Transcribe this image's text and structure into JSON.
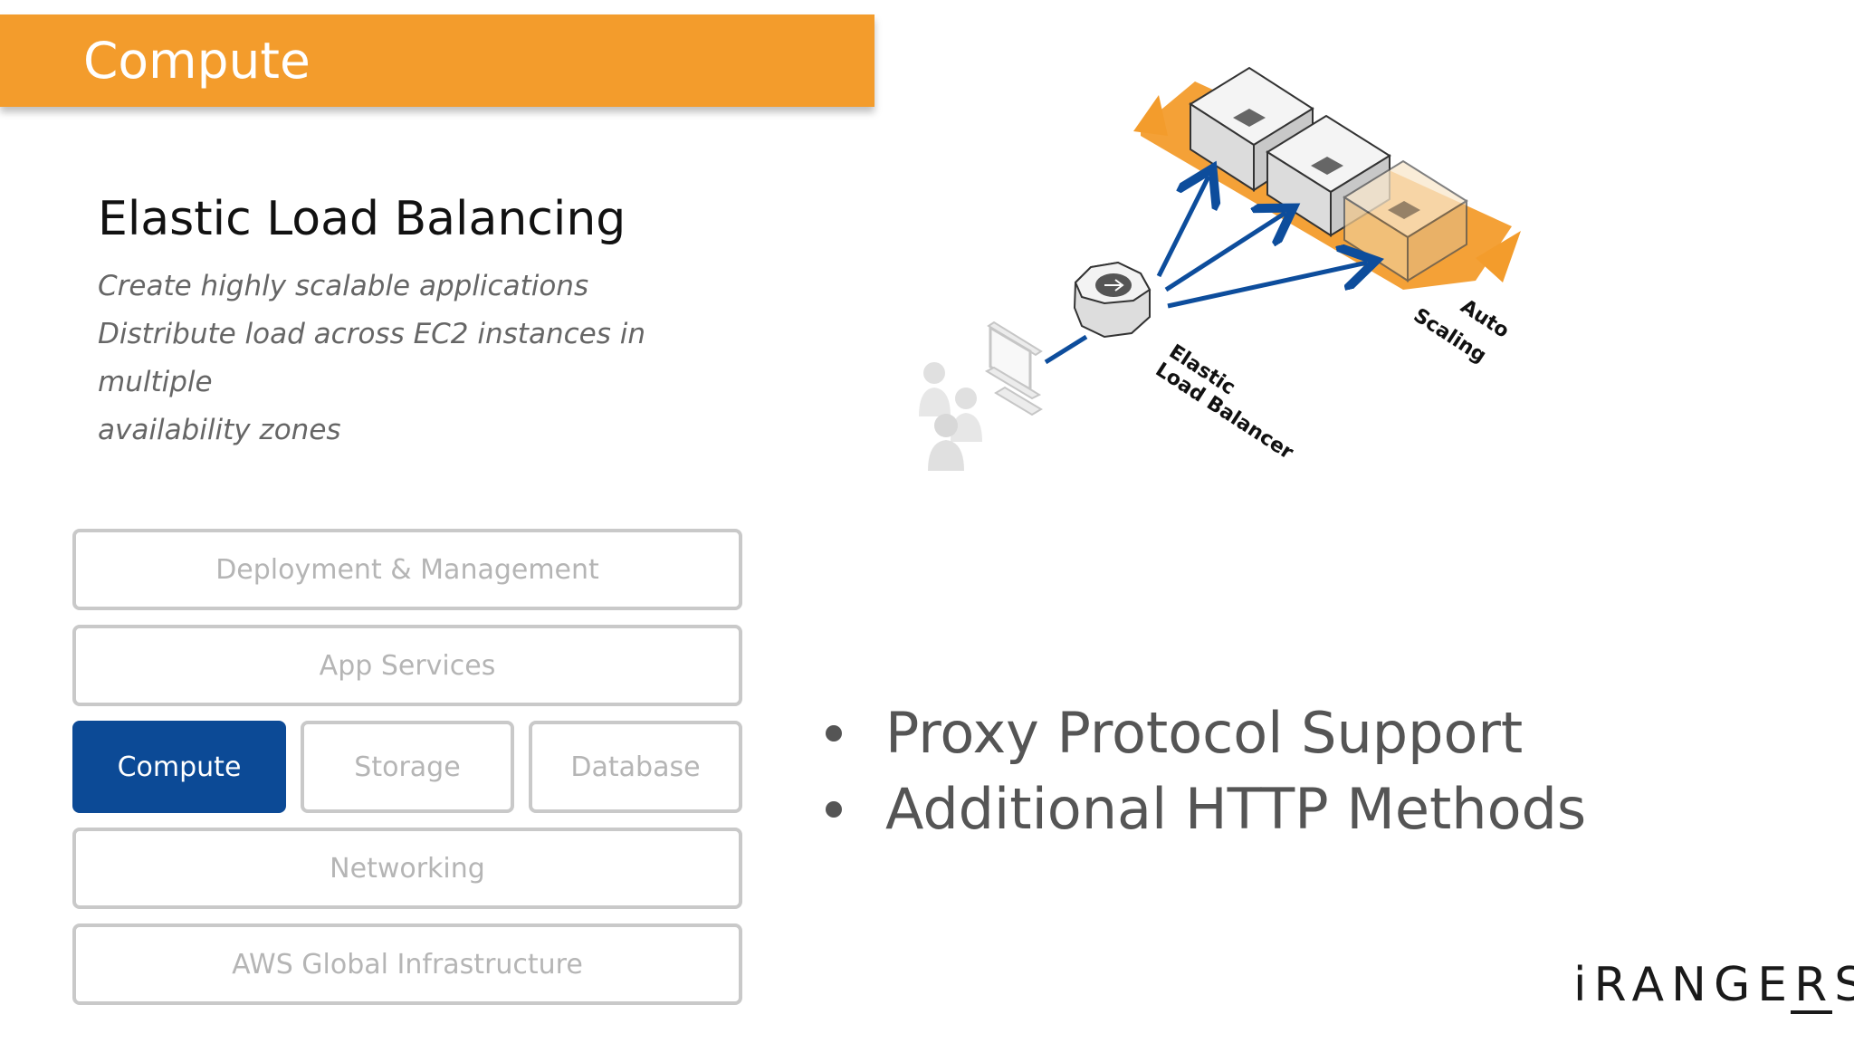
{
  "header": {
    "title": "Compute"
  },
  "service": {
    "title": "Elastic Load Balancing",
    "desc_lines": [
      "Create highly scalable applications",
      "Distribute load across EC2 instances in multiple",
      "availability zones"
    ]
  },
  "stack": {
    "deployment": "Deployment & Management",
    "app_services": "App Services",
    "compute": "Compute",
    "storage": "Storage",
    "database": "Database",
    "networking": "Networking",
    "global_infra": "AWS Global Infrastructure"
  },
  "diagram": {
    "elb_line1": "Elastic",
    "elb_line2": "Load Balancer",
    "as_line1": "Auto",
    "as_line2": "Scaling"
  },
  "bullets": [
    "Proxy Protocol Support",
    "Additional HTTP Methods"
  ],
  "logo": {
    "text": "iRANGERS"
  },
  "colors": {
    "header_orange": "#f39c2c",
    "active_blue": "#0c4a96",
    "arrow_blue": "#0d4d9c",
    "inactive_text": "#b5b5b5"
  }
}
